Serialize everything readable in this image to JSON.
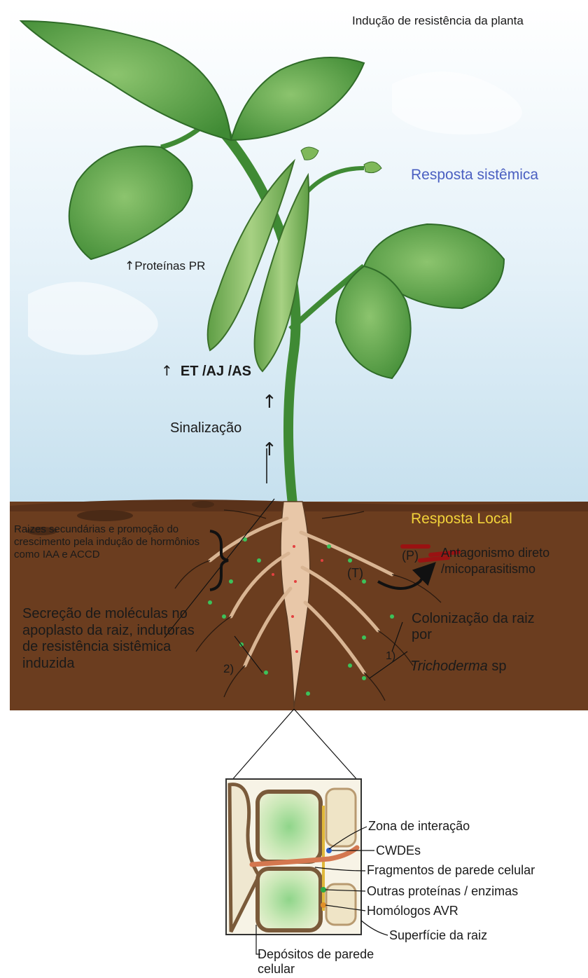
{
  "labels": {
    "title": "Indução de resistência da planta",
    "systemic_response": "Resposta sistêmica",
    "pr_proteins": "Proteínas PR",
    "hormones": "ET /AJ /AS",
    "signaling": "Sinalização",
    "local_response": "Resposta Local",
    "secondary_roots": "Raizes secundárias e promoção do crescimento pela indução de hormônios como IAA e ACCD",
    "pathogen_marker": "(P)",
    "trichoderma_marker": "(T)",
    "antagonism_line1": "Antagonismo direto",
    "antagonism_line2": "/micoparasitismo",
    "secretion_line1": "Secreção de moléculas no",
    "secretion_line2": "apoplasto da raiz, indutoras",
    "secretion_line3": "de resistência sistêmica",
    "secretion_line4": "induzida",
    "colonization_line1": "Colonização da raiz",
    "colonization_line2": "por",
    "trichoderma_genus": "Trichoderma",
    "trichoderma_sp": " sp",
    "step1": "1)",
    "step2": "2)"
  },
  "inset": {
    "interaction_zone": "Zona de interação",
    "cwdes": "CWDEs",
    "wall_fragments": "Fragmentos de parede celular",
    "other_proteins": "Outras proteínas / enzimas",
    "avr_homologs": "Homólogos AVR",
    "root_surface": "Superfície da raiz",
    "wall_deposits": "Depósitos de parede celular"
  },
  "arrow_glyph": "↑",
  "colors": {
    "sky_top": "#ffffff",
    "sky_bottom": "#cfe6f2",
    "soil": "#6b3d1f",
    "leaf": "#4f9a3c",
    "stem": "#3f8a34",
    "root": "#e8c7a8",
    "trichoderma_dot": "#3cc25a",
    "pathogen": "#9a1212",
    "systemic_text": "#4a5fc1",
    "local_text": "#f2d33a"
  }
}
